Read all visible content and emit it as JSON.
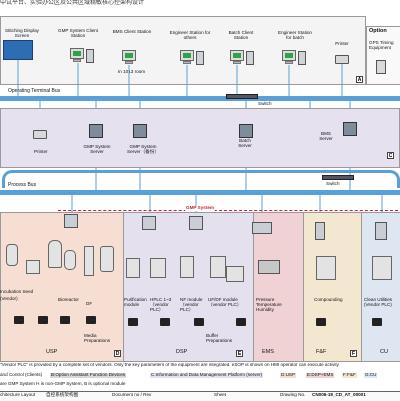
{
  "header": {
    "title": "中试平台、实验办公区及公共区域精敏核心控架构设计"
  },
  "top_stations": {
    "stitching": "Stitching Display Screen",
    "gmp_client": "GMP System Client Station",
    "bms_client": "BMS Client Station",
    "bms_note": "In 1013 room",
    "engineer_others": "Engineer Station for others",
    "batch_client": "Batch Client Station",
    "engineer_batch": "Engineer Station for batch",
    "printer": "Printer",
    "option_title": "Option",
    "gps_timing": "GPS Timing Equipment",
    "zone_a_tag": "A"
  },
  "operating_bus": {
    "label": "Operating Terminal Bus",
    "switch": "Switch"
  },
  "servers": {
    "printer": "Printer",
    "gmp_server": "GMP System Server",
    "gmp_server2": "GMP System Server（备份）",
    "batch_server": "Batch Server",
    "bms_server": "BMS Server",
    "zone_c_tag": "C"
  },
  "process_bus": {
    "label": "Process Bus",
    "switch": "Switch"
  },
  "gmp_system_label": "GMP System",
  "equipment": {
    "incubation": "Incubation Seed",
    "incubation_sub": "(Vendor)",
    "bioreactor": "Bioreactor",
    "df": "DF",
    "media": "Media Preparations",
    "purification": "Purification module",
    "hplc": "HPLC 1~3 （vendor PLC）",
    "nf": "NF module （vendor PLC）",
    "uf": "UF/DF module（vendor PLC）",
    "buffer": "Buffer Preparations",
    "pressure": "Pressure Temperature Humidity",
    "compounding": "Compounding",
    "clean": "Clean Utilities (Vendor PLC)"
  },
  "areas": {
    "usp": "USP",
    "dsp": "DSP",
    "ems": "EMS",
    "ff": "F&F",
    "cu": "CU",
    "tag_d": "D",
    "tag_e": "E",
    "tag_f": "F"
  },
  "legend": {
    "vendor_note": "\"Vendor PLC\" is provided by a complete set of vendors. Only the key parameters of the equipment are integrated. eSOP is shown on HMI operator can execute activity",
    "row2_a": "and Control (Clients)",
    "row2_b": "B:Option Assistant Function Devices",
    "row2_c": "C:Information and Data Management Platform (server)",
    "row2_d": "D:USP",
    "row2_e": "E:DSP+EMS",
    "row2_f": "F:F&F",
    "row2_g": "G:CU",
    "row3": "are GMP System   H is non-GMP System,   B is optional module"
  },
  "footer": {
    "doc_label": "chitecture Layout",
    "doc_cn": "自控系统架构图",
    "rev_label": "Document no / Rev",
    "sheet_label": "Sheet",
    "drawing_no_label": "Drawing No.",
    "drawing_no": "CN006-19_CD_AT_00001"
  },
  "colors": {
    "bus_blue": "#5aa0d8",
    "gmp_red": "#d2232a",
    "zone_top_bg": "#f4f4f4",
    "zone_c_bg": "#e6e1ef",
    "usp_bg": "#f6dfd2",
    "dsp_bg": "#e5e0ee",
    "ems_bg": "#f1d2d4",
    "ff_bg": "#f4e7cf",
    "cu_bg": "#dde6f1",
    "display_blue": "#2e6db4",
    "screen_green": "#2fa34a"
  },
  "icons": [
    "computer-icon",
    "server-icon",
    "printer-icon",
    "network-switch-icon",
    "bioreactor-icon",
    "hmi-panel-icon",
    "cabinet-icon",
    "gps-clock-icon"
  ]
}
